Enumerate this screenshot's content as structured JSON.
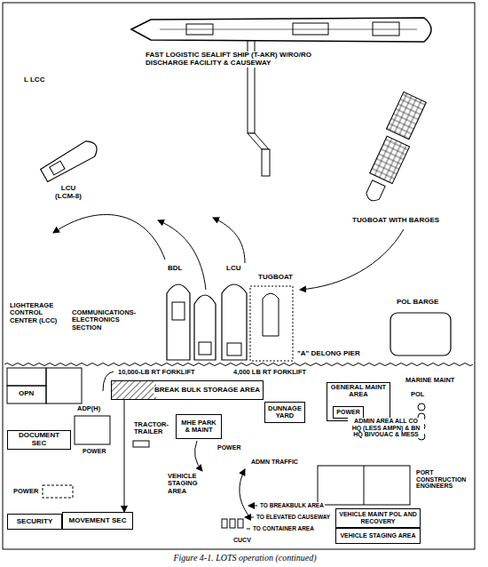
{
  "diagram": {
    "caption": "Figure 4-1. LOTS operation (continued)",
    "nodes": [
      {
        "text": [
          "BREAK BULK STORAGE AREA"
        ]
      },
      {
        "text": [
          "DUNNAGE YARD"
        ]
      },
      {
        "text": [
          "GENERAL MAINT AREA"
        ]
      },
      {
        "text": [
          "POWER"
        ],
        "in": 2
      },
      {
        "text": [
          "MHE PARK & MAINT"
        ]
      },
      {
        "text": [
          "DOCUMENT SEC"
        ]
      },
      {
        "text": [
          "SECURITY"
        ]
      },
      {
        "text": [
          "MOVEMENT SEC"
        ]
      },
      {
        "text": [
          "VEHICLE MAINT POL AND RECOVERY"
        ]
      },
      {
        "text": [
          "VEHICLE STAGING AREA"
        ]
      }
    ],
    "edges": [
      {
        "from": 0,
        "to": 7,
        "arrow": "to"
      }
    ],
    "labels": [
      "FAST LOGISTIC SEALIFT SHIP (T-AKR) W/RO/RO DISCHARGE FACILITY & CAUSEWAY",
      "L LCC",
      "LCU (LCM-8)",
      "TUGBOAT WITH BARGES",
      "BDL",
      "LCU",
      "TUGBOAT",
      "POL BARGE",
      "\"A\" DELONG PIER",
      "LIGHTERAGE CONTROL CENTER (LCC)",
      "COMMUNICATIONS- ELECTRONICS SECTION",
      "OPN",
      "MARINE MAINT",
      "10,000-LB RT FORKLIFT",
      "4,000 LB RT FORKLIFT",
      "POL",
      "ADMIN AREA ALL CO HQ (LESS AMPN) & BN HQ BIVOUAC & MESS",
      "ADP(H)",
      "POWER",
      "TRACTOR- TRAILER",
      "POWER",
      "ADMN TRAFFIC",
      "PORT CONSTRUCTION ENGINEERS",
      "POWER",
      "VEHICLE STAGING AREA",
      "TO BREAKBULK AREA",
      "TO ELEVATED CAUSEWAY",
      "TO CONTAINER AREA",
      "CUCV"
    ]
  }
}
